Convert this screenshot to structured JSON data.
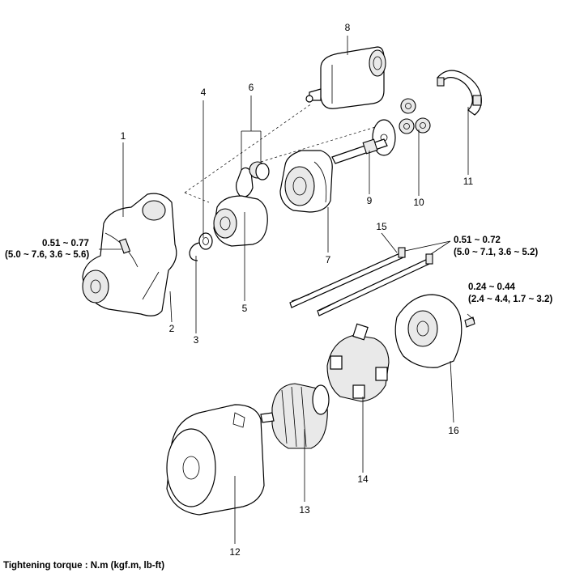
{
  "callouts": [
    "1",
    "2",
    "3",
    "4",
    "5",
    "6",
    "7",
    "8",
    "9",
    "10",
    "11",
    "12",
    "13",
    "14",
    "15",
    "16"
  ],
  "torque": {
    "t1_line1": "0.51 ~ 0.77",
    "t1_line2": "(5.0 ~ 7.6, 3.6 ~ 5.6)",
    "t2_line1": "0.51 ~ 0.72",
    "t2_line2": "(5.0 ~ 7.1, 3.6 ~ 5.2)",
    "t3_line1": "0.24 ~ 0.44",
    "t3_line2": "(2.4 ~ 4.4, 1.7 ~ 3.2)"
  },
  "caption": "Tightening torque : N.m (kgf.m, lb-ft)"
}
